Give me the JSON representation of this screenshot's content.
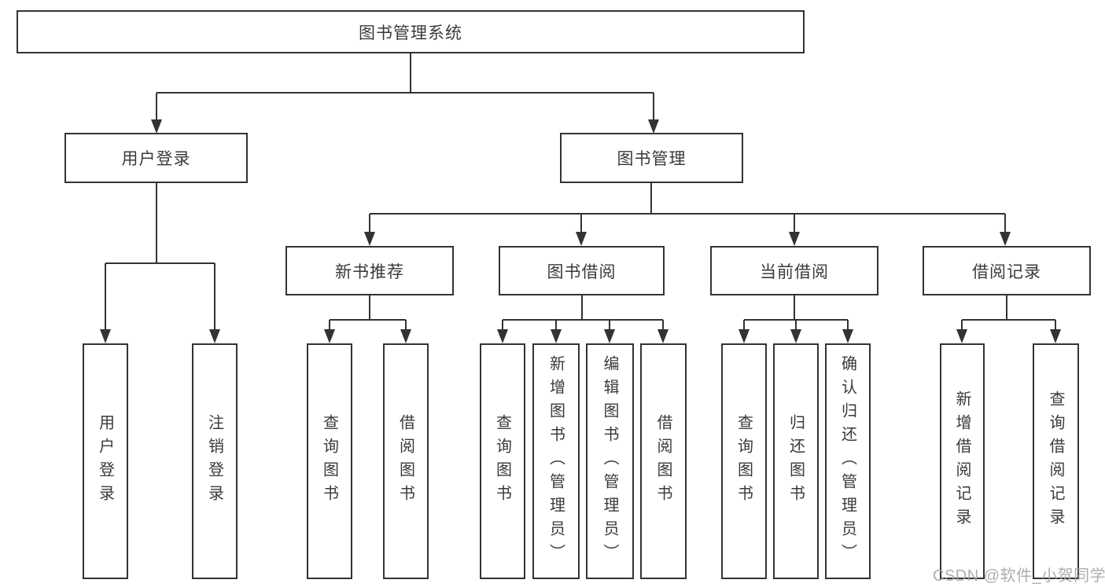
{
  "diagram_title": "图书管理系统",
  "colors": {
    "line": "#333333",
    "text": "#3a3a3a",
    "box_background": "#ffffff",
    "watermark": "#a5a5a5"
  },
  "watermark": {
    "text": "CSDN @软件_小贺同学"
  },
  "tree": {
    "label": "图书管理系统",
    "children": [
      {
        "label": "用户登录",
        "children": [
          {
            "label": "用户登录"
          },
          {
            "label": "注销登录"
          }
        ]
      },
      {
        "label": "图书管理",
        "children": [
          {
            "label": "新书推荐",
            "children": [
              {
                "label": "查询图书"
              },
              {
                "label": "借阅图书"
              }
            ]
          },
          {
            "label": "图书借阅",
            "children": [
              {
                "label": "查询图书"
              },
              {
                "label": "新增图书（管理员）"
              },
              {
                "label": "编辑图书（管理员）"
              },
              {
                "label": "借阅图书"
              }
            ]
          },
          {
            "label": "当前借阅",
            "children": [
              {
                "label": "查询图书"
              },
              {
                "label": "归还图书"
              },
              {
                "label": "确认归还（管理员）"
              }
            ]
          },
          {
            "label": "借阅记录",
            "children": [
              {
                "label": "新增借阅记录"
              },
              {
                "label": "查询借阅记录"
              }
            ]
          }
        ]
      }
    ]
  }
}
